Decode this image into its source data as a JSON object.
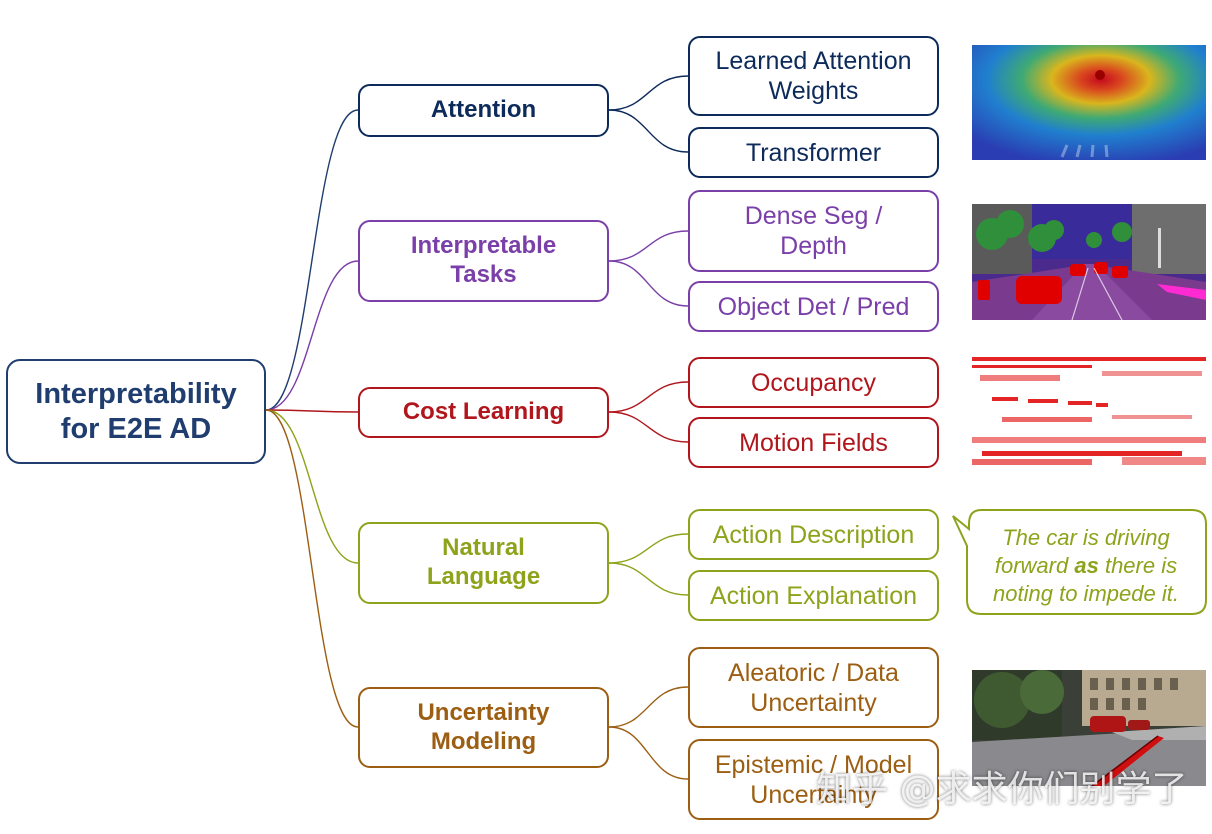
{
  "root": {
    "line1": "Interpretability",
    "line2": "for E2E AD"
  },
  "categories": {
    "attention": {
      "line1": "Attention",
      "line2": ""
    },
    "interpretable": {
      "line1": "Interpretable",
      "line2": "Tasks"
    },
    "cost": {
      "line1": "Cost Learning",
      "line2": ""
    },
    "natural": {
      "line1": "Natural",
      "line2": "Language"
    },
    "uncertainty": {
      "line1": "Uncertainty",
      "line2": "Modeling"
    }
  },
  "leaves": {
    "attention_weights": {
      "line1": "Learned Attention",
      "line2": "Weights"
    },
    "transformer": {
      "line1": "Transformer",
      "line2": ""
    },
    "dense_seg": {
      "line1": "Dense Seg /",
      "line2": "Depth"
    },
    "object_det": {
      "line1": "Object Det / Pred",
      "line2": ""
    },
    "occupancy": {
      "line1": "Occupancy",
      "line2": ""
    },
    "motion_fields": {
      "line1": "Motion Fields",
      "line2": ""
    },
    "action_description": {
      "line1": "Action Description",
      "line2": ""
    },
    "action_explanation": {
      "line1": "Action Explanation",
      "line2": ""
    },
    "aleatoric": {
      "line1": "Aleatoric / Data",
      "line2": "Uncertainty"
    },
    "epistemic": {
      "line1": "Epistemic / Model",
      "line2": "Uncertainty"
    }
  },
  "speech_bubble": {
    "line1": "The car is driving",
    "line2_pre": "forward ",
    "line2_bold": "as",
    "line2_post": " there is",
    "line3": "noting to impede it."
  },
  "watermark": "知乎 @求求你们别学了",
  "colors": {
    "root": "#1f3d6e",
    "attention": "#0c2a5a",
    "interpretable": "#7a3fa8",
    "cost": "#b0161c",
    "natural": "#8ea31b",
    "uncertainty": "#9c5e12"
  },
  "images": {
    "attention": "attention-heatmap-image",
    "interpretable": "semantic-segmentation-image",
    "cost": "occupancy-cost-map-image",
    "uncertainty": "street-trajectory-image"
  }
}
